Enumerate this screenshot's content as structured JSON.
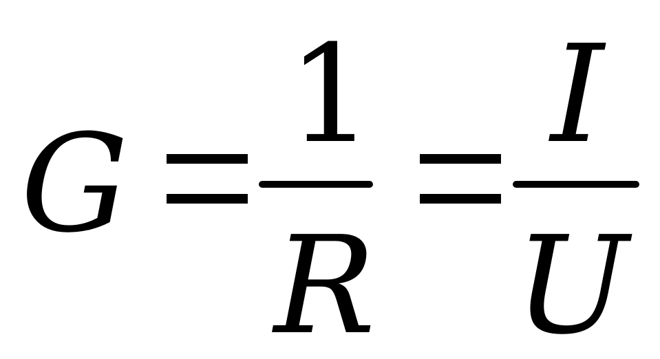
{
  "formula": {
    "lhs": "G",
    "equals": "=",
    "fraction_1": {
      "numerator": "1",
      "denominator": "R"
    },
    "fraction_2": {
      "numerator": "I",
      "denominator": "U"
    }
  }
}
